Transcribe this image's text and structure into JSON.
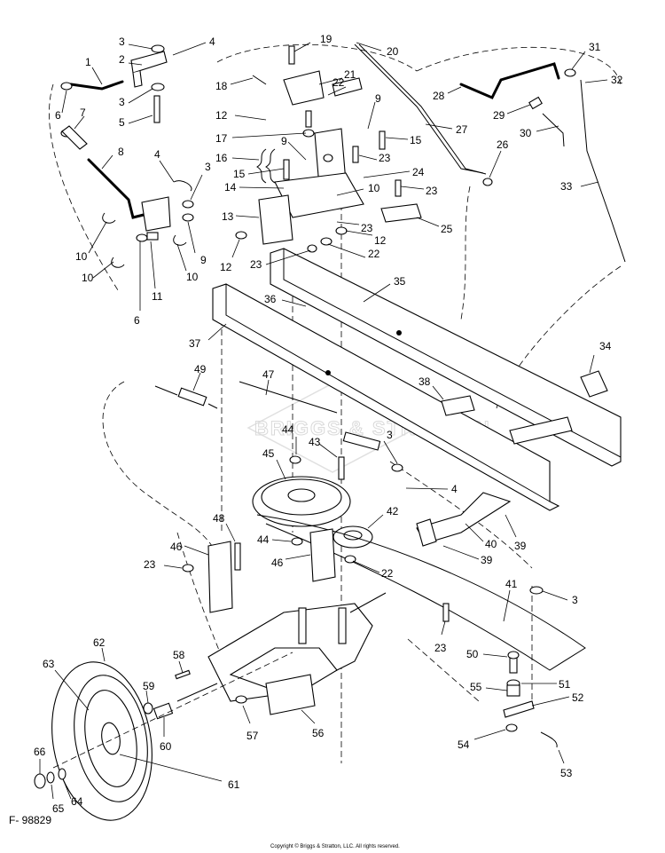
{
  "figure_id": "F- 98829",
  "copyright": "Copyright © Briggs & Stratton, LLC. All rights reserved.",
  "watermark": "BRIGGS & STRATTON",
  "callouts": [
    "1",
    "2",
    "3",
    "3",
    "3",
    "3",
    "3",
    "4",
    "4",
    "4",
    "5",
    "6",
    "6",
    "7",
    "8",
    "9",
    "9",
    "9",
    "10",
    "10",
    "10",
    "10",
    "11",
    "12",
    "12",
    "12",
    "13",
    "14",
    "15",
    "15",
    "16",
    "17",
    "18",
    "19",
    "20",
    "21",
    "22",
    "22",
    "22",
    "23",
    "23",
    "23",
    "23",
    "23",
    "23",
    "24",
    "25",
    "26",
    "27",
    "28",
    "29",
    "30",
    "31",
    "32",
    "33",
    "34",
    "35",
    "36",
    "37",
    "38",
    "39",
    "39",
    "40",
    "41",
    "42",
    "43",
    "44",
    "44",
    "45",
    "46",
    "46",
    "47",
    "48",
    "49",
    "50",
    "51",
    "52",
    "53",
    "54",
    "55",
    "56",
    "57",
    "58",
    "59",
    "60",
    "61",
    "62",
    "63",
    "64",
    "65",
    "66"
  ]
}
